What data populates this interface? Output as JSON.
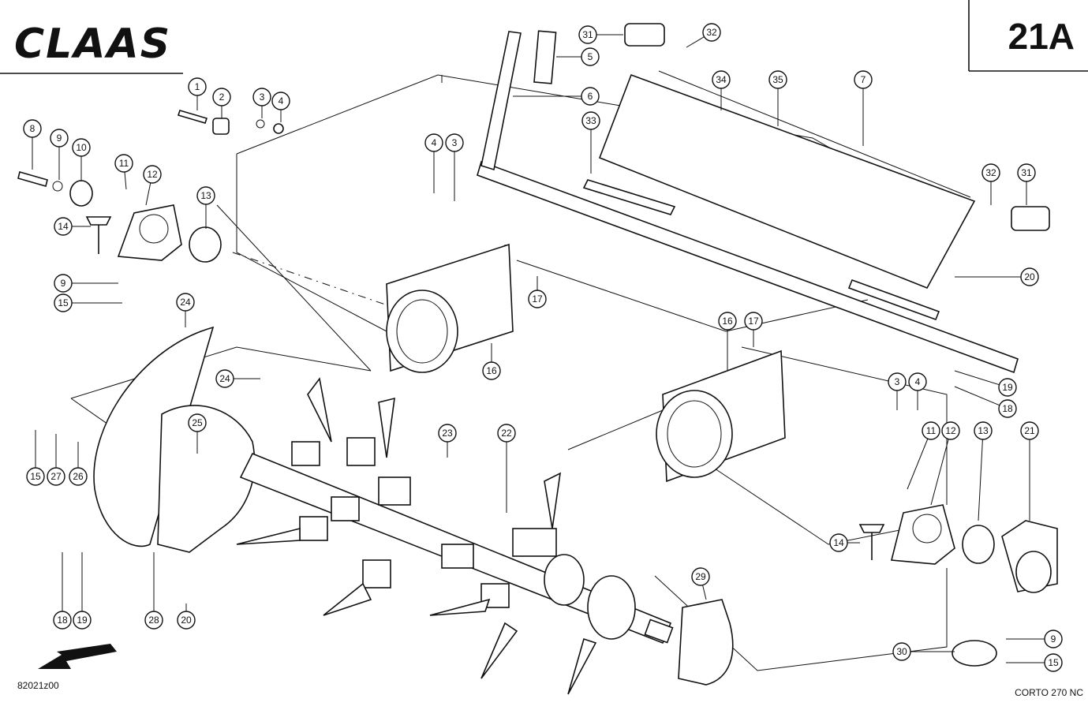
{
  "brand": "CLAAS",
  "page_number": "21A",
  "drawing_number": "82021z00",
  "model": "CORTO 270 NC",
  "callouts": [
    {
      "label": "1"
    },
    {
      "label": "2"
    },
    {
      "label": "3"
    },
    {
      "label": "4"
    },
    {
      "label": "5"
    },
    {
      "label": "6"
    },
    {
      "label": "7"
    },
    {
      "label": "8"
    },
    {
      "label": "9"
    },
    {
      "label": "10"
    },
    {
      "label": "11"
    },
    {
      "label": "12"
    },
    {
      "label": "13"
    },
    {
      "label": "14"
    },
    {
      "label": "9"
    },
    {
      "label": "15"
    },
    {
      "label": "24"
    },
    {
      "label": "24"
    },
    {
      "label": "15"
    },
    {
      "label": "27"
    },
    {
      "label": "26"
    },
    {
      "label": "25"
    },
    {
      "label": "18"
    },
    {
      "label": "19"
    },
    {
      "label": "28"
    },
    {
      "label": "20"
    },
    {
      "label": "4"
    },
    {
      "label": "3"
    },
    {
      "label": "17"
    },
    {
      "label": "16"
    },
    {
      "label": "23"
    },
    {
      "label": "22"
    },
    {
      "label": "31"
    },
    {
      "label": "32"
    },
    {
      "label": "33"
    },
    {
      "label": "34"
    },
    {
      "label": "35"
    },
    {
      "label": "32"
    },
    {
      "label": "31"
    },
    {
      "label": "20"
    },
    {
      "label": "16"
    },
    {
      "label": "17"
    },
    {
      "label": "19"
    },
    {
      "label": "18"
    },
    {
      "label": "3"
    },
    {
      "label": "4"
    },
    {
      "label": "11"
    },
    {
      "label": "12"
    },
    {
      "label": "13"
    },
    {
      "label": "21"
    },
    {
      "label": "14"
    },
    {
      "label": "29"
    },
    {
      "label": "9"
    },
    {
      "label": "30"
    },
    {
      "label": "15"
    }
  ]
}
